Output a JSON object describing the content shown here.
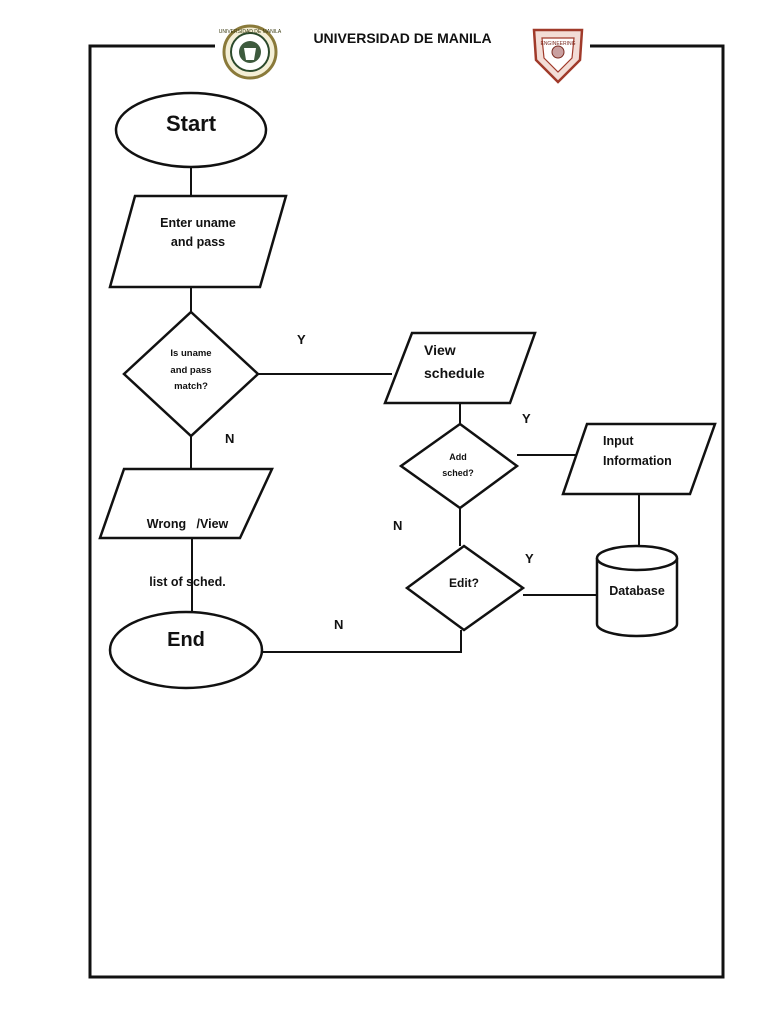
{
  "header": {
    "title": "UNIVERSIDAD DE MANILA",
    "logo_left_text": "UNIVERSIDAD DE MANILA",
    "logo_right_text": "ENGINEERING"
  },
  "flowchart": {
    "start": "Start",
    "input_credentials": [
      "Enter uname",
      "and pass"
    ],
    "decision_match": [
      "Is  uname",
      "and  pass",
      "match?"
    ],
    "wrong_view": [
      "Wrong   /View",
      "list of sched."
    ],
    "view_schedule": [
      "View",
      "schedule"
    ],
    "decision_add": [
      "Add",
      "sched?"
    ],
    "input_information": [
      "Input",
      "Information"
    ],
    "decision_edit": "Edit?",
    "database": "Database",
    "end": "End"
  },
  "edge_labels": {
    "match_yes": "Y",
    "match_no": "N",
    "add_yes": "Y",
    "add_no": "N",
    "edit_yes": "Y",
    "edit_no": "N"
  },
  "colors": {
    "stroke": "#111111",
    "logo_left_ring": "#8a7a3a",
    "logo_right_ring": "#a03a2a"
  }
}
